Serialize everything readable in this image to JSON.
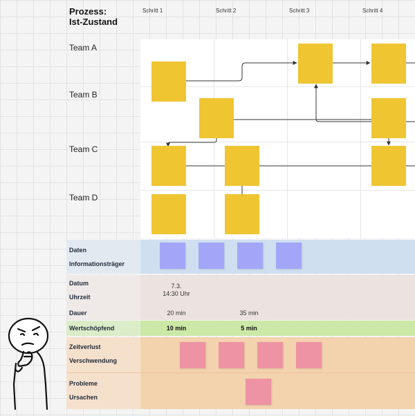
{
  "title_line1": "Prozess:",
  "title_line2": "Ist-Zustand",
  "steps": [
    "Schritt 1",
    "Schritt 2",
    "Schritt 3",
    "Schritt 4"
  ],
  "teams": [
    "Team A",
    "Team B",
    "Team C",
    "Team D"
  ],
  "rows": {
    "daten": "Daten",
    "informationstraeger": "Informationsträger",
    "datum": "Datum",
    "uhrzeit": "Uhrzeit",
    "dauer": "Dauer",
    "wertschoepfend": "Wertschöpfend",
    "zeitverlust": "Zeitverlust",
    "verschwendung": "Verschwendung",
    "probleme": "Probleme",
    "ursachen": "Ursachen"
  },
  "values": {
    "datum_s1": "7.3.",
    "uhrzeit_s1": "14:30 Uhr",
    "dauer_s1": "20 min",
    "dauer_s2": "35  min",
    "wert_s1": "10 min",
    "wert_s2": "5 min"
  },
  "colors": {
    "process_note": "#efc532",
    "daten_band": "#cfdff0",
    "datum_band": "#ece2df",
    "wert_band": "#cce8a6",
    "zeit_band": "#f3d2ae",
    "data_sticky": "#a3a6f8",
    "loss_sticky": "#ed93a3"
  },
  "icons": [
    "thinking-face-illustration"
  ]
}
